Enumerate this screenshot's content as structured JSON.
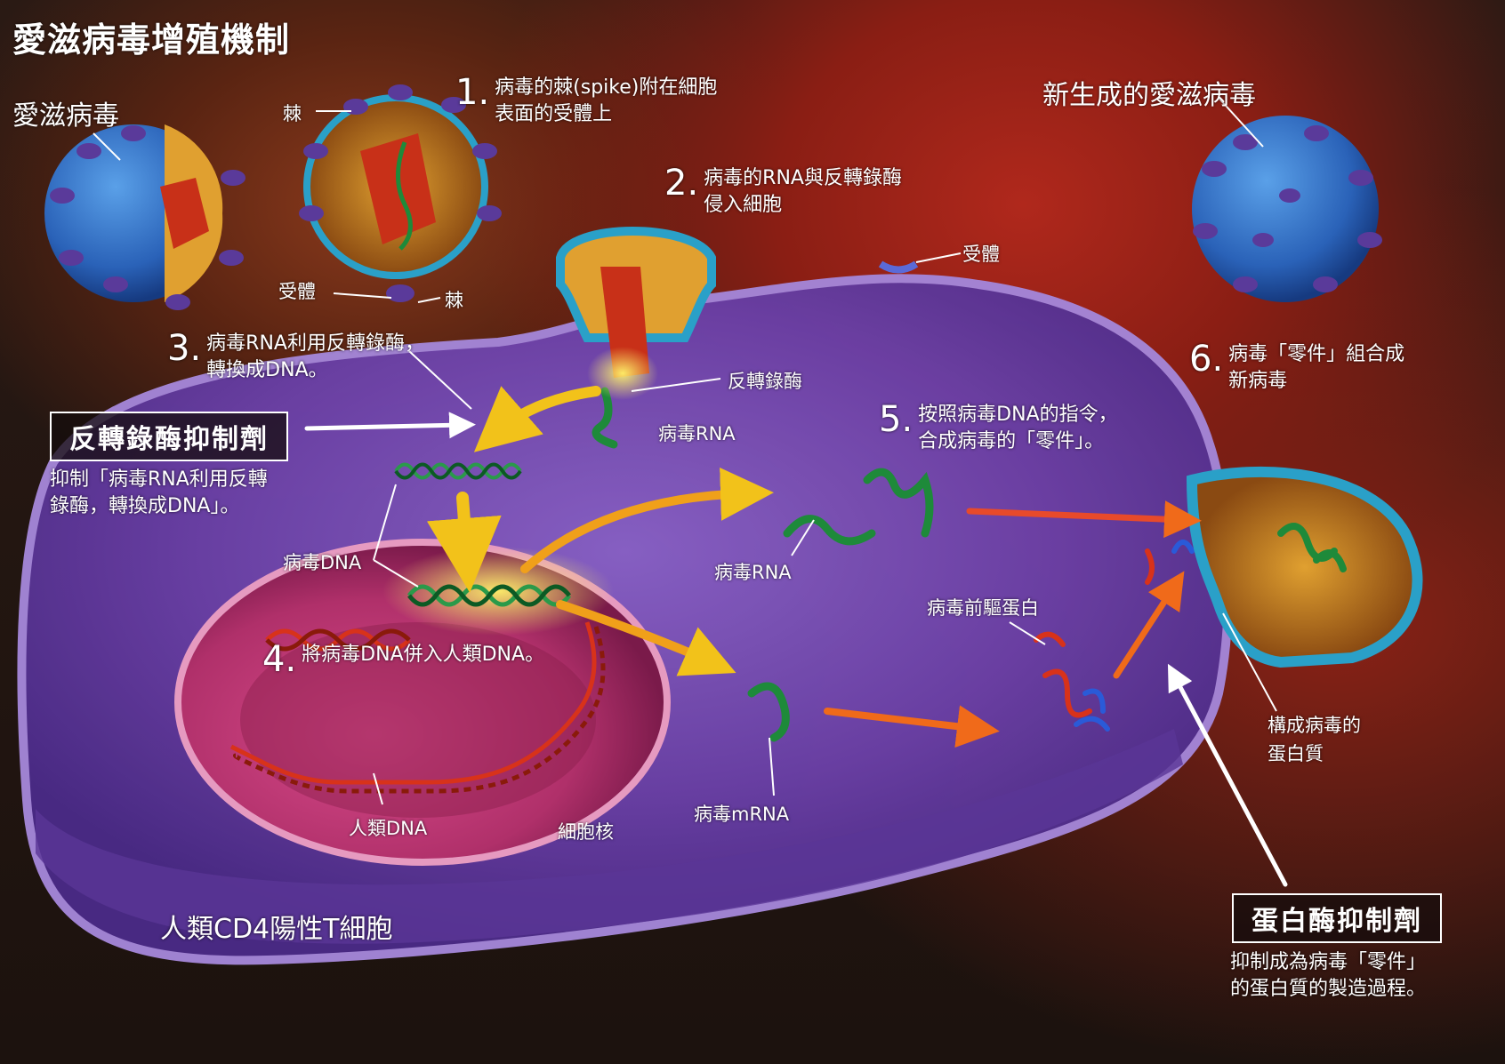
{
  "title": "愛滋病毒增殖機制",
  "labels": {
    "virus": "愛滋病毒",
    "spike_top": "棘",
    "receptor_left": "受體",
    "spike_bottom": "棘",
    "receptor_right": "受體",
    "new_virus": "新生成的愛滋病毒",
    "reverse_transcriptase": "反轉錄酶",
    "viral_rna_entry": "病毒RNA",
    "viral_dna": "病毒DNA",
    "viral_rna_mid": "病毒RNA",
    "viral_mrna": "病毒mRNA",
    "human_dna": "人類DNA",
    "nucleus": "細胞核",
    "viral_precursor_protein": "病毒前驅蛋白",
    "virus_proteins_1": "構成病毒的",
    "virus_proteins_2": "蛋白質",
    "cell_name": "人類CD4陽性T細胞"
  },
  "steps": [
    {
      "num": "1.",
      "line1": "病毒的棘(spike)附在細胞",
      "line2": "表面的受體上"
    },
    {
      "num": "2.",
      "line1": "病毒的RNA與反轉錄酶",
      "line2": "侵入細胞"
    },
    {
      "num": "3.",
      "line1": "病毒RNA利用反轉錄酶，",
      "line2": "轉換成DNA。"
    },
    {
      "num": "4.",
      "line1": "將病毒DNA併入人類DNA。",
      "line2": ""
    },
    {
      "num": "5.",
      "line1": "按照病毒DNA的指令，",
      "line2": "合成病毒的「零件」。"
    },
    {
      "num": "6.",
      "line1": "病毒「零件」組合成",
      "line2": "新病毒"
    }
  ],
  "inhibitors": [
    {
      "title": "反轉錄酶抑制劑",
      "desc1": "抑制「病毒RNA利用反轉",
      "desc2": "錄酶，轉換成DNA」。"
    },
    {
      "title": "蛋白酶抑制劑",
      "desc1": "抑制成為病毒「零件」",
      "desc2": "的蛋白質的製造過程。"
    }
  ],
  "colors": {
    "background_red": "#a8261a",
    "cell_purple": "#6a3fa8",
    "nucleus_magenta": "#b8306e",
    "virus_blue": "#2f6fc0",
    "spike_purple": "#5a3a9a",
    "arrow_yellow": "#f2c21a",
    "arrow_orange": "#f08a1a",
    "dna_green": "#2a9a4a",
    "dna_red": "#d8321a",
    "text_white": "#ffffff"
  }
}
